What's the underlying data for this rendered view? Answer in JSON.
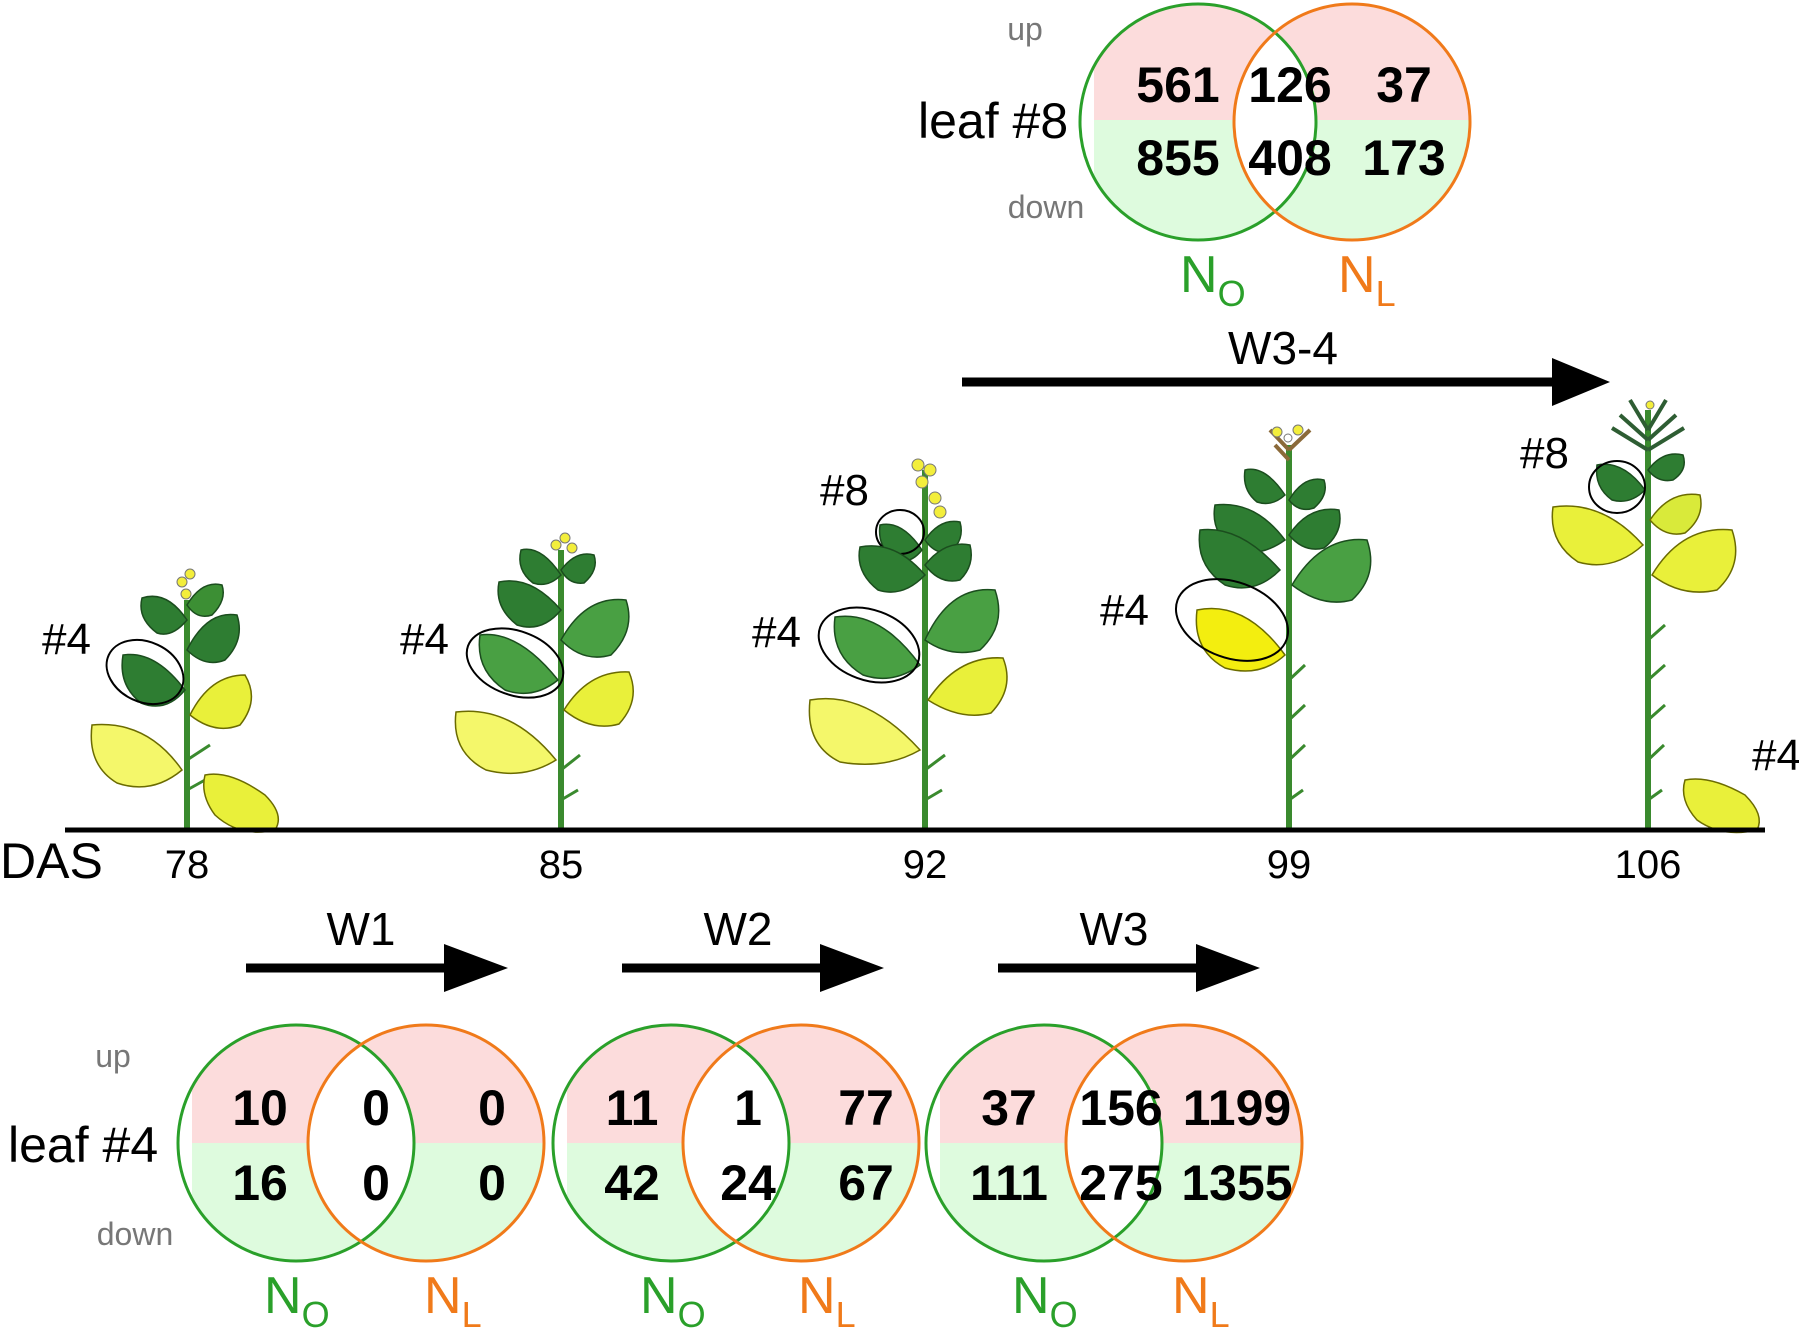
{
  "colors": {
    "no": "#2aa02a",
    "nl": "#f07a1a",
    "up_fill": "#fcdcdc",
    "down_fill": "#defbde",
    "leaf_dark": "#2e7d32",
    "leaf_mid": "#49a043",
    "leaf_yellow": "#e9f03a",
    "leaf_lightyellow": "#f4f76a",
    "flower": "#f3ee3b"
  },
  "labels": {
    "up": "up",
    "down": "down",
    "n_o_main": "N",
    "n_o_sub": "O",
    "n_l_main": "N",
    "n_l_sub": "L",
    "das": "DAS",
    "leaf4": "leaf #4",
    "leaf8": "leaf #8",
    "tag4": "#4",
    "tag8": "#8",
    "tag4_fallen": "#4"
  },
  "timeline": {
    "ticks": [
      "78",
      "85",
      "92",
      "99",
      "106"
    ]
  },
  "arrows": {
    "w1": "W1",
    "w2": "W2",
    "w3": "W3",
    "w34": "W3-4"
  },
  "venns": {
    "leaf8": {
      "no_up": "561",
      "both_up": "126",
      "nl_up": "37",
      "no_down": "855",
      "both_down": "408",
      "nl_down": "173"
    },
    "w1": {
      "no_up": "10",
      "both_up": "0",
      "nl_up": "0",
      "no_down": "16",
      "both_down": "0",
      "nl_down": "0"
    },
    "w2": {
      "no_up": "11",
      "both_up": "1",
      "nl_up": "77",
      "no_down": "42",
      "both_down": "24",
      "nl_down": "67"
    },
    "w3": {
      "no_up": "37",
      "both_up": "156",
      "nl_up": "1199",
      "no_down": "111",
      "both_down": "275",
      "nl_down": "1355"
    }
  }
}
